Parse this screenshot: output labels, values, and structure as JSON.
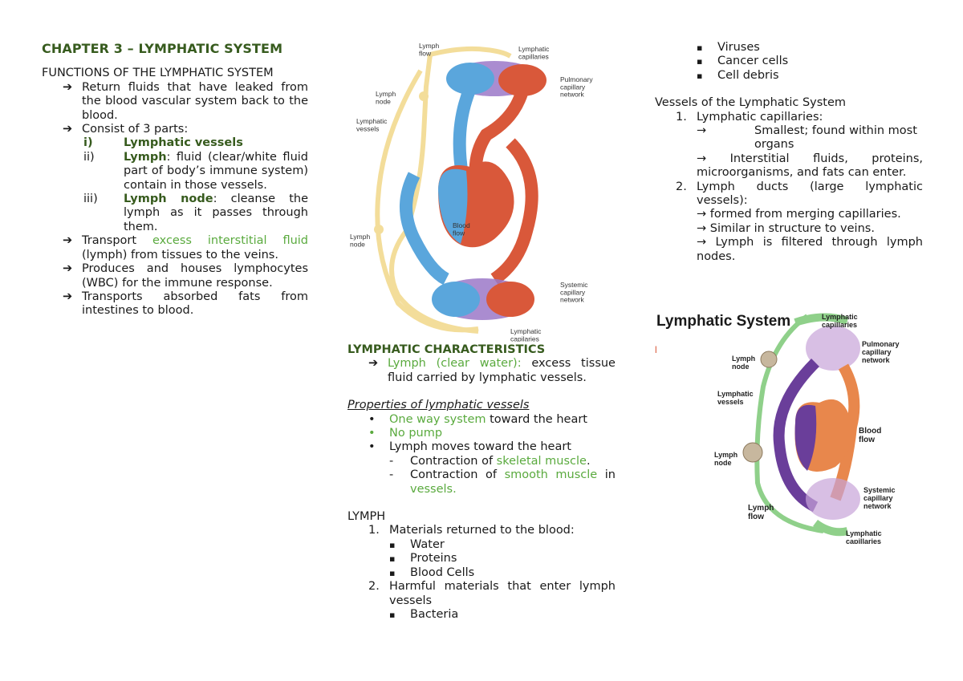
{
  "col1": {
    "chapter": "CHAPTER 3 – LYMPHATIC SYSTEM",
    "functions_heading": "FUNCTIONS OF THE LYMPHATIC SYSTEM",
    "f1": "Return fluids that have leaked from the blood vascular system back to the blood.",
    "f2": "Consist of 3 parts:",
    "p1_num": "i)",
    "p1_label": "Lymphatic vessels",
    "p2_num": "ii)",
    "p2_label": "Lymph",
    "p2_text": ": fluid (clear/white fluid part of body’s immune system) contain in those vessels.",
    "p3_num": "iii)",
    "p3_label": "Lymph node",
    "p3_text": ": cleanse the lymph as it passes through them.",
    "f3_a": "Transport ",
    "f3_green": "excess interstitial fluid",
    "f3_b": " (lymph) from tissues to the veins.",
    "f4": "Produces and houses lymphocytes (WBC) for the immune response.",
    "f5": "Transports absorbed fats from intestines to blood."
  },
  "fig1": {
    "lymph_flow": "Lymph flow",
    "lymphatic_capillaries_top": "Lymphatic capillaries",
    "pulmonary": "Pulmonary capillary network",
    "lymph_node_top": "Lymph node",
    "lymphatic_vessels": "Lymphatic vessels",
    "blood_flow": "Blood flow",
    "lymph_node_bottom": "Lymph node",
    "systemic": "Systemic capillary network",
    "lymphatic_capillaries_bottom": "Lymphatic capilaries"
  },
  "col2": {
    "char_heading": "LYMPHATIC CHARACTERISTICS",
    "c1_green": "Lymph (clear water):",
    "c1_text": " excess tissue fluid carried by lymphatic vessels.",
    "props_heading": "Properties of lymphatic vessels",
    "pr1_green": "One way system",
    "pr1_text": " toward the heart",
    "pr2_green": "No pump",
    "pr3": "Lymph moves toward the heart",
    "d1_a": "Contraction of ",
    "d1_green": "skeletal muscle",
    "d1_b": ".",
    "d2_a": "Contraction of ",
    "d2_green": "smooth muscle",
    "d2_b": " in ",
    "d2_green2": "vessels.",
    "lymph_heading": "LYMPH",
    "l1_num": "1.",
    "l1": "Materials returned to the blood:",
    "l1_items": [
      "Water",
      "Proteins",
      "Blood Cells"
    ],
    "l2_num": "2.",
    "l2": "Harmful materials that enter lymph vessels",
    "l2_items": [
      "Bacteria"
    ]
  },
  "col3": {
    "l2_items_cont": [
      "Viruses",
      "Cancer cells",
      "Cell debris"
    ],
    "vessels_heading": "Vessels of the Lymphatic System",
    "v1_num": "1.",
    "v1": "Lymphatic capillaries:",
    "v1_a": "Smallest; found within most organs",
    "v1_b": "Interstitial fluids, proteins, microorganisms, and fats can enter.",
    "v2_num": "2.",
    "v2": "Lymph ducts (large lymphatic vessels):",
    "v2_a": "formed from merging capillaries.",
    "v2_b": "Similar in structure to veins.",
    "v2_c": "Lymph is filtered through lymph nodes."
  },
  "fig2": {
    "title": "Lymphatic System",
    "lymphatic_capillaries_top": "Lymphatic capillaries",
    "pulmonary": "Pulmonary capillary network",
    "lymph_node_top": "Lymph node",
    "lymphatic_vessels": "Lymphatic vessels",
    "blood_flow": "Blood flow",
    "lymph_node_bottom": "Lymph node",
    "systemic": "Systemic capillary network",
    "lymph_flow": "Lymph flow",
    "lymphatic_capillaries_bottom": "Lymphatic capillaries"
  },
  "icons": {
    "arrow": "➔",
    "square_bullet": "▪",
    "round_bullet": "•",
    "small_arrow": "→"
  },
  "colors": {
    "heading_green": "#375b1e",
    "accent_green": "#5aaa3e",
    "lymph_yellow": "#f3dd9a",
    "vein_blue": "#5aa6dc",
    "artery_red": "#d9583a",
    "lymph_green": "#8fd08a",
    "vein_purple": "#6a3e9a"
  }
}
